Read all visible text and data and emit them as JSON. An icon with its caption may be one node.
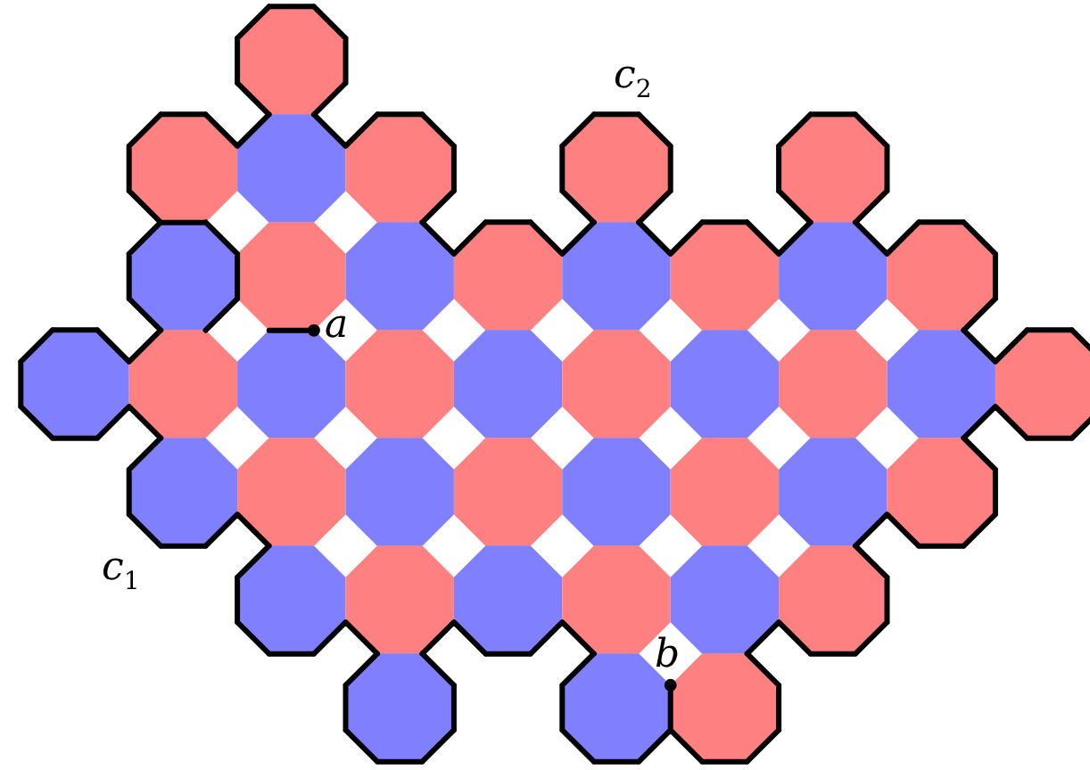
{
  "diagram": {
    "labels": [
      "c$_{2}$",
      "a",
      "c$_{1}$",
      "b"
    ]
  }
}
